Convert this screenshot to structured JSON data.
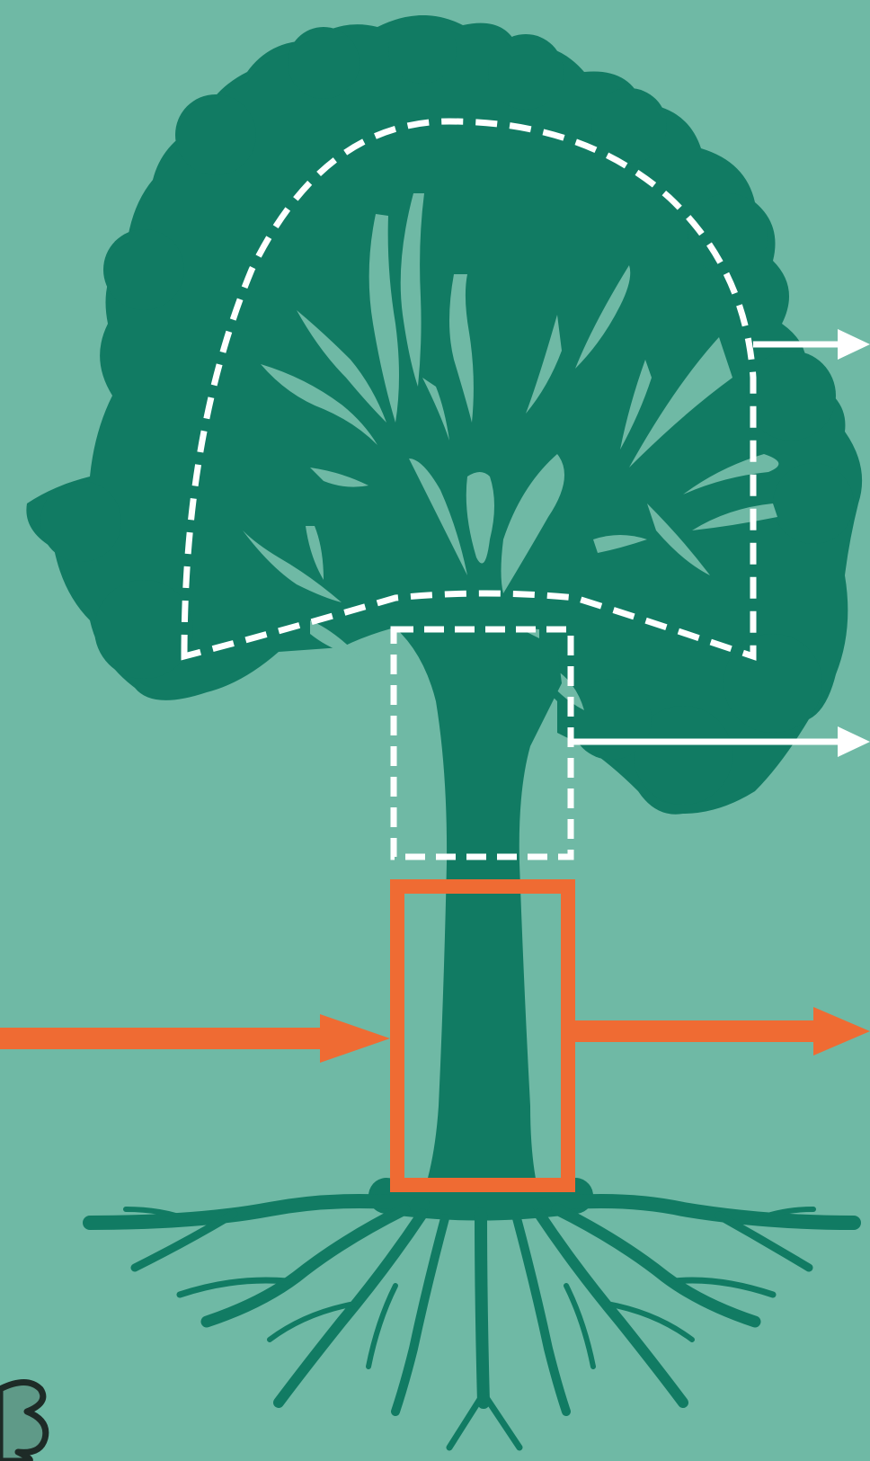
{
  "colors": {
    "background": "#6fb9a5",
    "tree": "#117b63",
    "accent": "#ef6b33",
    "guide": "#ffffff"
  },
  "diagram": {
    "subject": "tree-silhouette",
    "regions": [
      {
        "name": "canopy-region",
        "style": "dashed-white"
      },
      {
        "name": "branch-junction-region",
        "style": "dashed-white"
      },
      {
        "name": "trunk-region",
        "style": "solid-orange"
      }
    ],
    "arrows": [
      {
        "name": "canopy-output-arrow",
        "direction": "right",
        "color": "white"
      },
      {
        "name": "junction-output-arrow",
        "direction": "right",
        "color": "white"
      },
      {
        "name": "trunk-input-arrow",
        "direction": "right",
        "color": "orange"
      },
      {
        "name": "trunk-output-arrow",
        "direction": "right",
        "color": "orange"
      }
    ],
    "labels": []
  }
}
